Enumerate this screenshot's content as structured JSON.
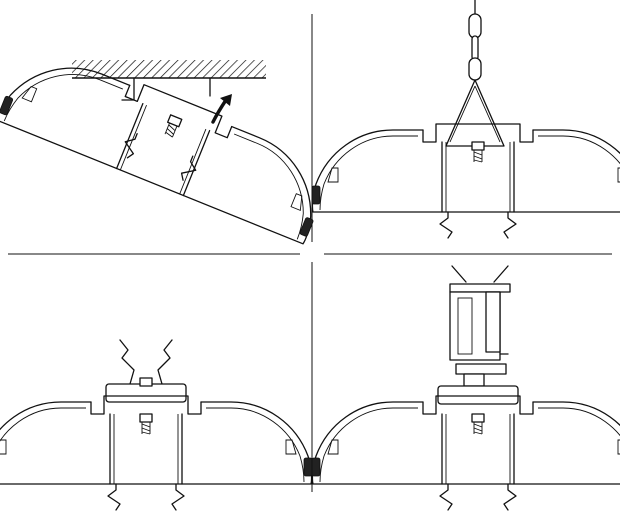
{
  "panels": [
    {
      "id": "rigid-ceiling-mount",
      "arrow": "rotate-arrow-icon"
    },
    {
      "id": "chain-suspension-mount",
      "hanger": "chain-icon"
    },
    {
      "id": "spring-clip-mount"
    },
    {
      "id": "rod-bracket-mount"
    }
  ],
  "colors": {
    "line": "#111111",
    "background": "#ffffff",
    "hatch": "#111111"
  }
}
